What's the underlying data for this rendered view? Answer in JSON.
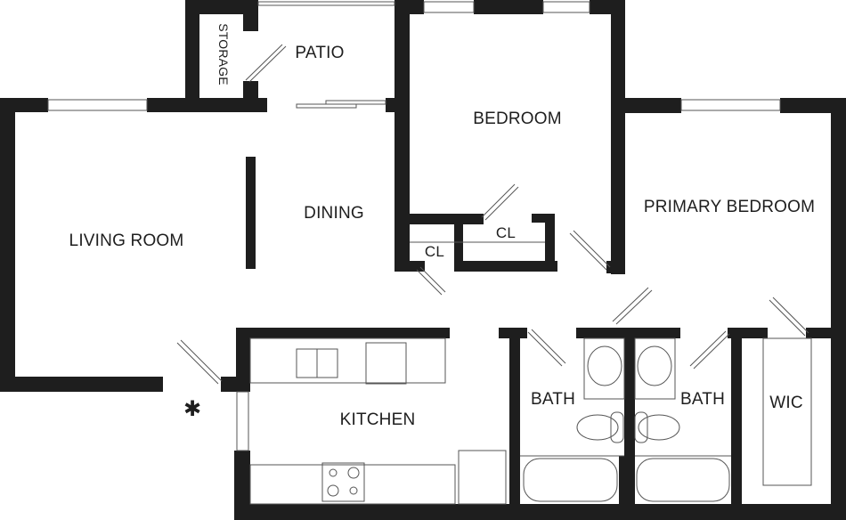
{
  "plan": {
    "wall_color": "#1e1e1e",
    "line_color": "#555555",
    "rooms": {
      "storage": "STORAGE",
      "patio": "PATIO",
      "bedroom": "BEDROOM",
      "primary_bedroom": "PRIMARY BEDROOM",
      "living_room": "LIVING ROOM",
      "dining": "DINING",
      "closet_1": "CL",
      "closet_2": "CL",
      "kitchen": "KITCHEN",
      "bath_1": "BATH",
      "bath_2": "BATH",
      "wic": "WIC"
    },
    "entry_marker": "✱"
  }
}
